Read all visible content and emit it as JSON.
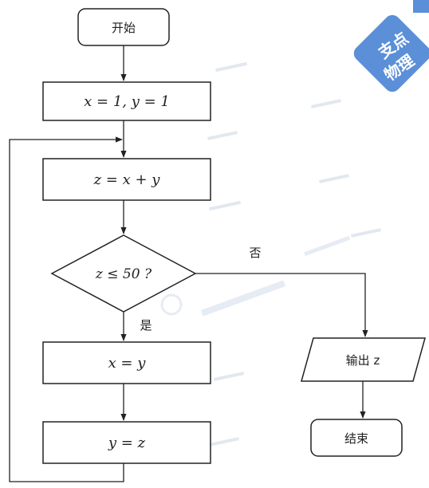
{
  "flowchart": {
    "start": "开始",
    "init": "x = 1, y = 1",
    "compute": "z = x + y",
    "condition": "z ≤ 50 ?",
    "no_label": "否",
    "yes_label": "是",
    "assign_x": "x = y",
    "assign_y": "y = z",
    "output": "输出 z",
    "end": "结束"
  },
  "watermark": {
    "badge_text": "支点物理",
    "badge_color": "#5b8fd8"
  }
}
